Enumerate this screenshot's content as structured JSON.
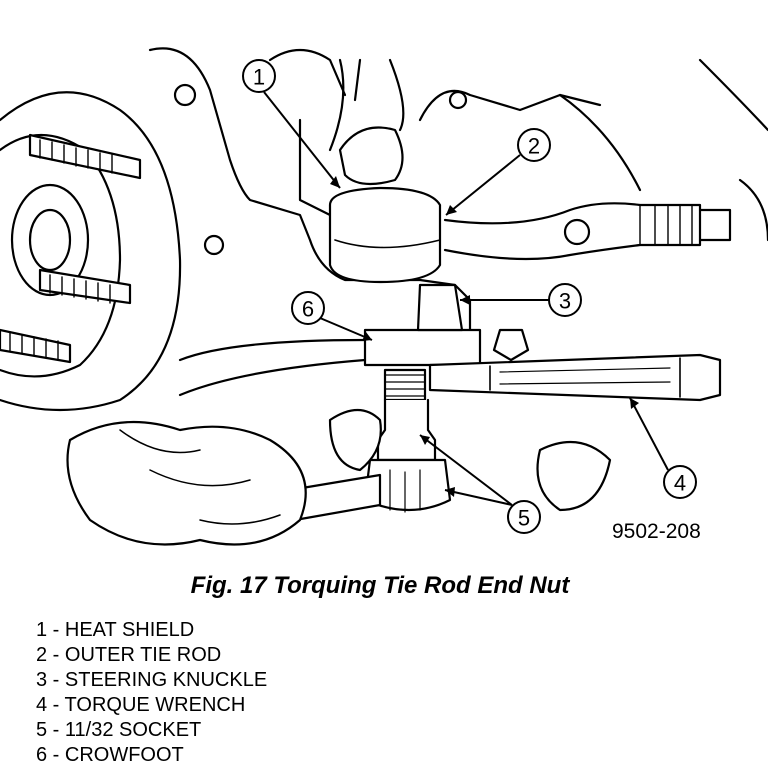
{
  "figure": {
    "code": "9502-208",
    "caption": "Fig. 17 Torquing Tie Rod End Nut"
  },
  "callouts": [
    {
      "number": "1",
      "label": "HEAT SHIELD"
    },
    {
      "number": "2",
      "label": "OUTER TIE ROD"
    },
    {
      "number": "3",
      "label": "STEERING KNUCKLE"
    },
    {
      "number": "4",
      "label": "TORQUE WRENCH"
    },
    {
      "number": "5",
      "label": "11/32 SOCKET"
    },
    {
      "number": "6",
      "label": "CROWFOOT"
    }
  ],
  "legend": [
    "1 - HEAT SHIELD",
    "2 - OUTER TIE ROD",
    "3 - STEERING KNUCKLE",
    "4 - TORQUE WRENCH",
    "5 - 11/32 SOCKET",
    "6 - CROWFOOT"
  ]
}
